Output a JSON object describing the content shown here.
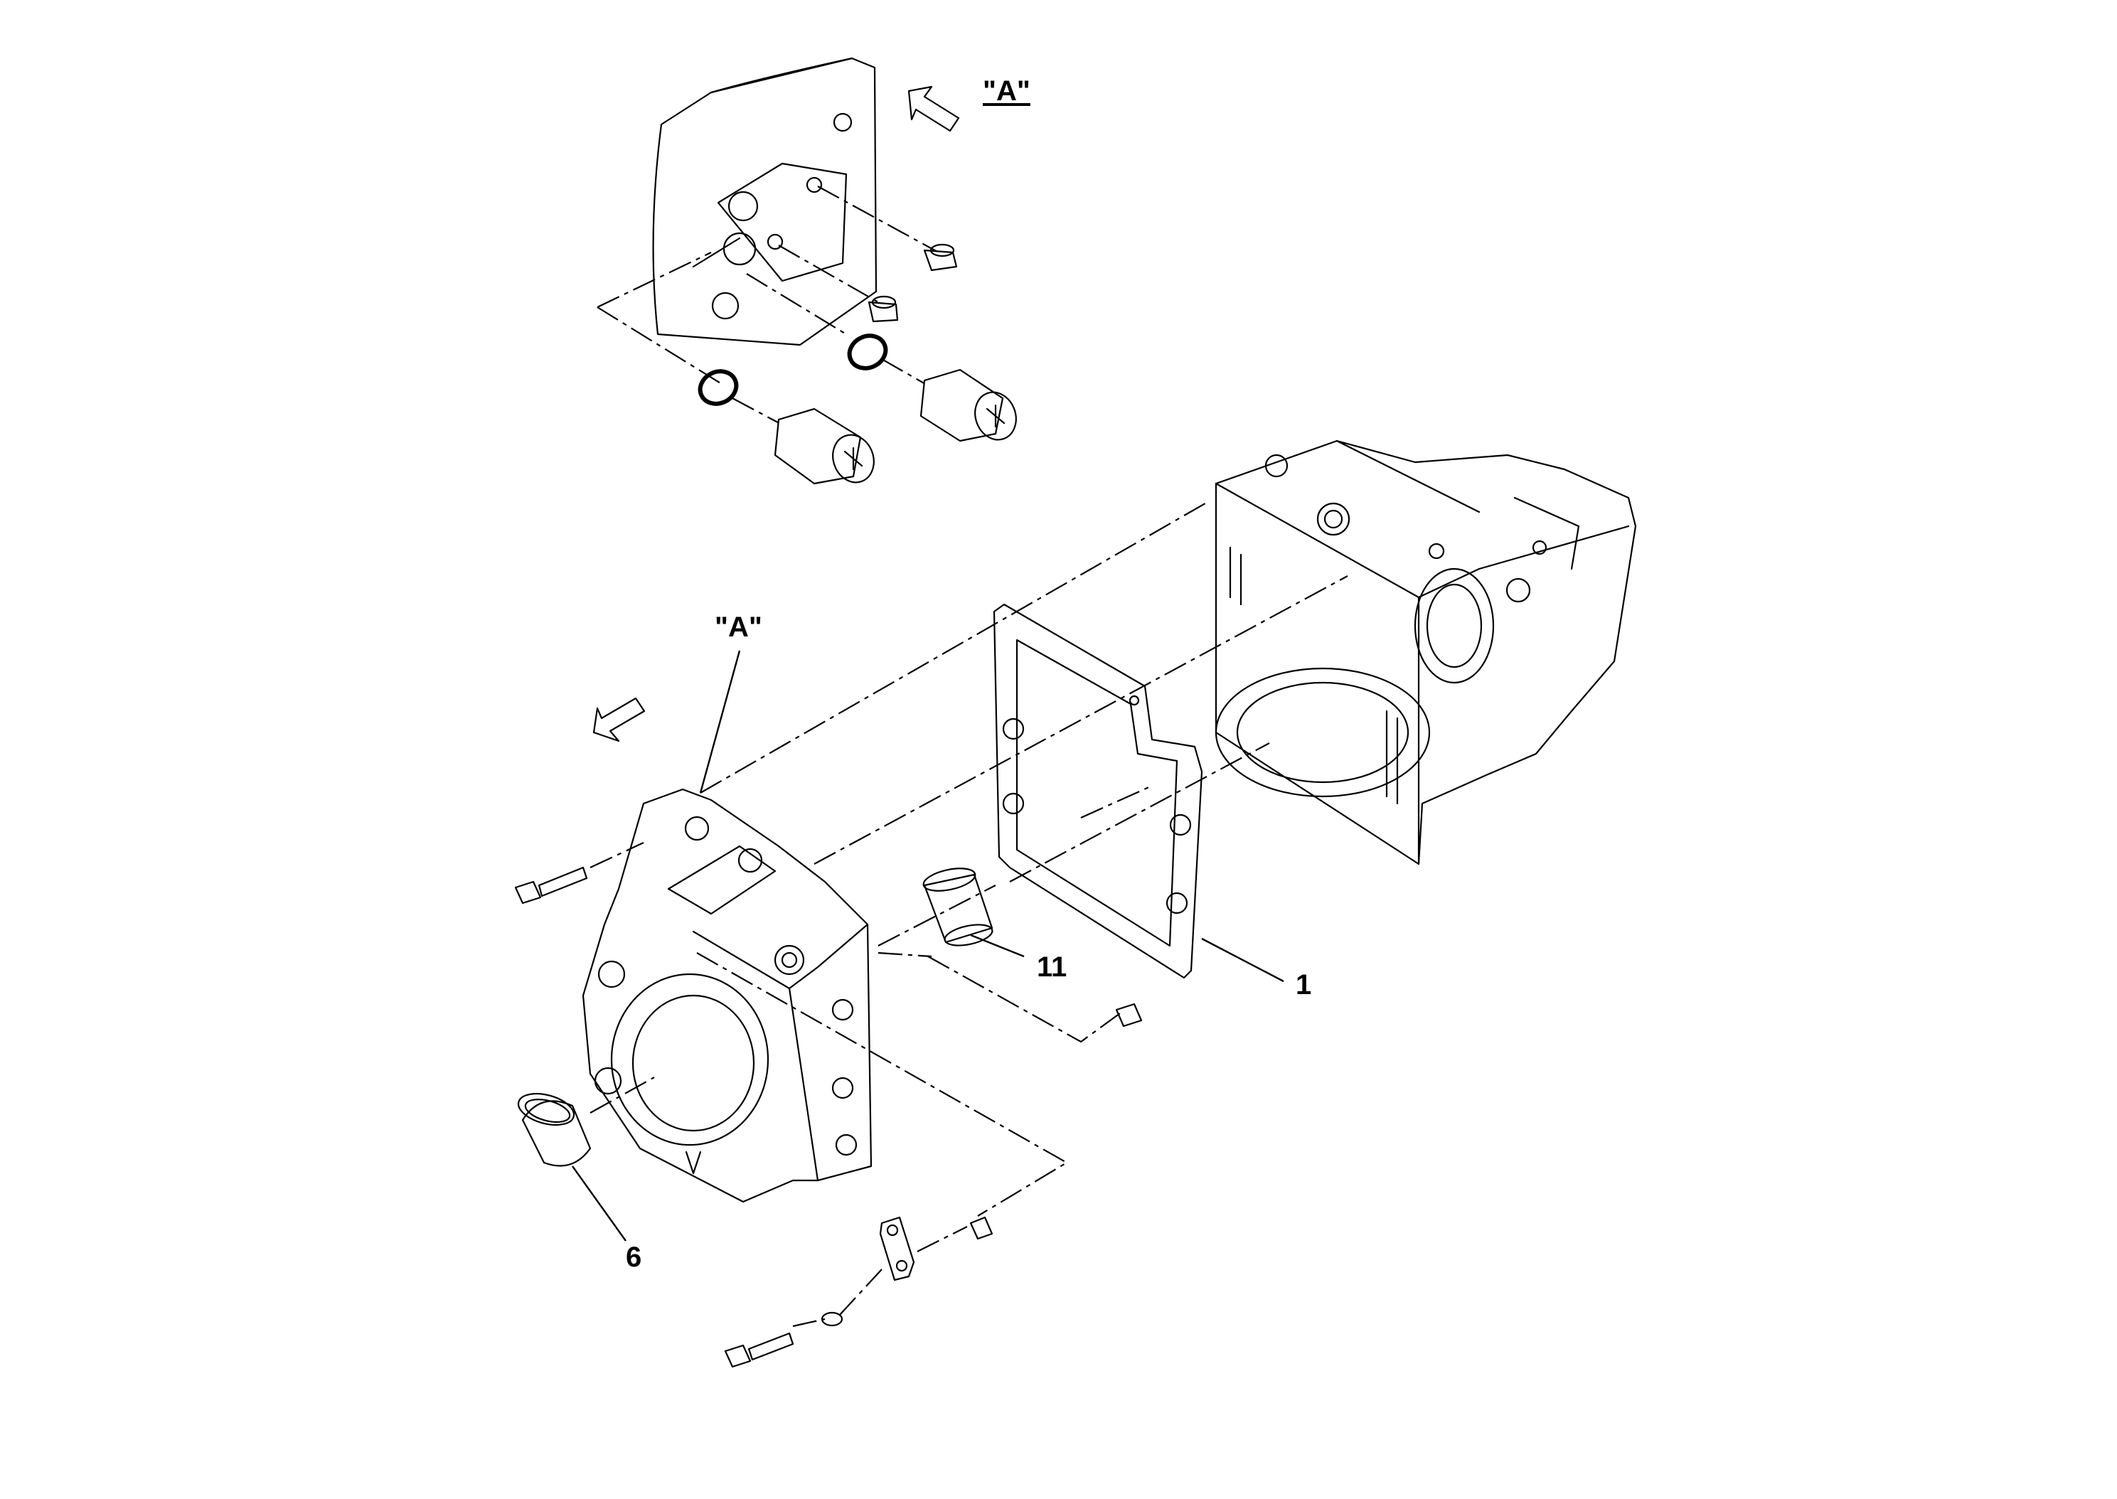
{
  "labels": {
    "view_a_detail": "\"A\"",
    "view_a_main": "\"A\"",
    "item_1": "1",
    "item_6": "6",
    "item_11": "11"
  },
  "colors": {
    "line": "#000000",
    "background": "#ffffff"
  }
}
